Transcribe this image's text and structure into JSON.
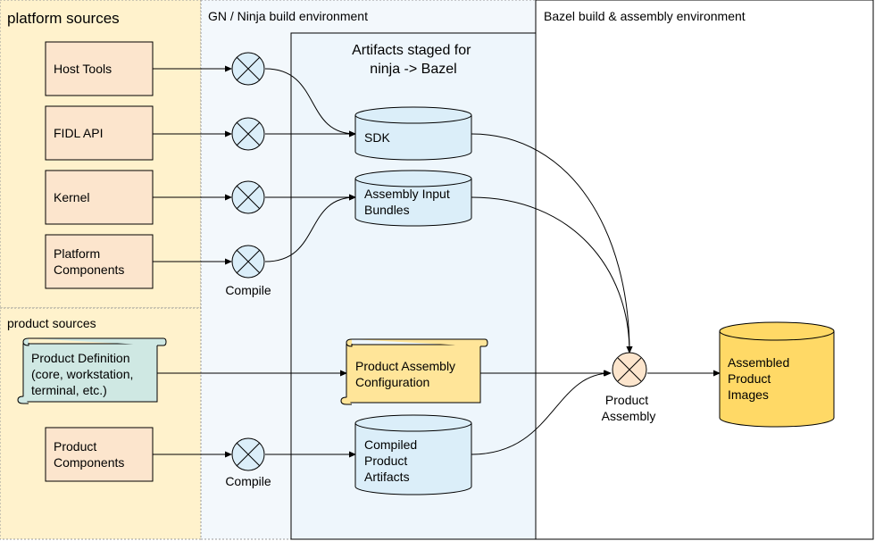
{
  "regions": {
    "platform_sources": "platform sources",
    "product_sources": "product sources",
    "gn_ninja": "GN / Ninja build environment",
    "artifacts_staged": [
      "Artifacts staged for",
      "ninja -> Bazel"
    ],
    "bazel": "Bazel build & assembly environment"
  },
  "sources": {
    "host_tools": [
      "Host Tools"
    ],
    "fidl_api": [
      "FIDL API"
    ],
    "kernel": [
      "Kernel"
    ],
    "platform_components": [
      "Platform",
      "Components"
    ],
    "product_definition": [
      "Product Definition",
      "(core, workstation,",
      "terminal, etc.)"
    ],
    "product_components": [
      "Product",
      "Components"
    ]
  },
  "labels": {
    "compile_platform": "Compile",
    "compile_product": "Compile",
    "product_assembly": [
      "Product",
      "Assembly"
    ]
  },
  "artifacts": {
    "sdk": [
      "SDK"
    ],
    "assembly_input_bundles": [
      "Assembly Input",
      "Bundles"
    ],
    "product_assembly_configuration": [
      "Product Assembly",
      "Configuration"
    ],
    "compiled_product_artifacts": [
      "Compiled",
      "Product",
      "Artifacts"
    ],
    "assembled_product_images": [
      "Assembled",
      "Product",
      "Images"
    ]
  },
  "colors": {
    "sources_bg": "#fff2cc",
    "gn_bg": "#f3f8fc",
    "staged_bg": "#eef6fc",
    "source_box": "#fce5cd",
    "cylinder_blue": "#dbeef9",
    "config_yellow": "#ffe599",
    "definition_teal": "#cfe8e3",
    "output_yellow": "#ffd966",
    "assembly_node": "#fce5cd"
  }
}
